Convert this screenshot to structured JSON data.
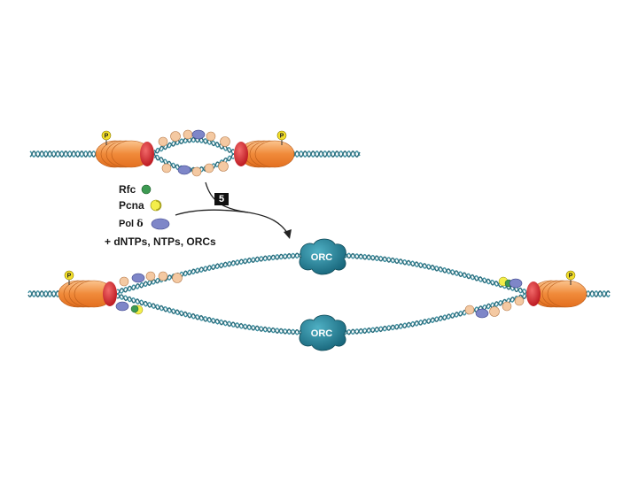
{
  "legend": {
    "rfc": "Rfc",
    "pcna": "Pcna",
    "pol_prefix": "Pol",
    "pol_symbol": "δ",
    "plus_line": "+ dNTPs, NTPs, ORCs"
  },
  "step": {
    "number": "5"
  },
  "orc": {
    "label": "ORC"
  },
  "phospho": {
    "label": "P"
  },
  "colors": {
    "dna": "#3f8fa0",
    "dna_dark": "#2b6d7c",
    "ring_orange": "#f0883a",
    "ring_light": "#f7b27a",
    "red_clamp": "#d8262e",
    "orc_fill": "#1f7d92",
    "phospho_fill": "#f3df2a",
    "nucleosome": "#f4c9a2",
    "pol_delta": "#7e86c8",
    "rfc": "#3d9a52",
    "pcna": "#f4ee4a"
  }
}
